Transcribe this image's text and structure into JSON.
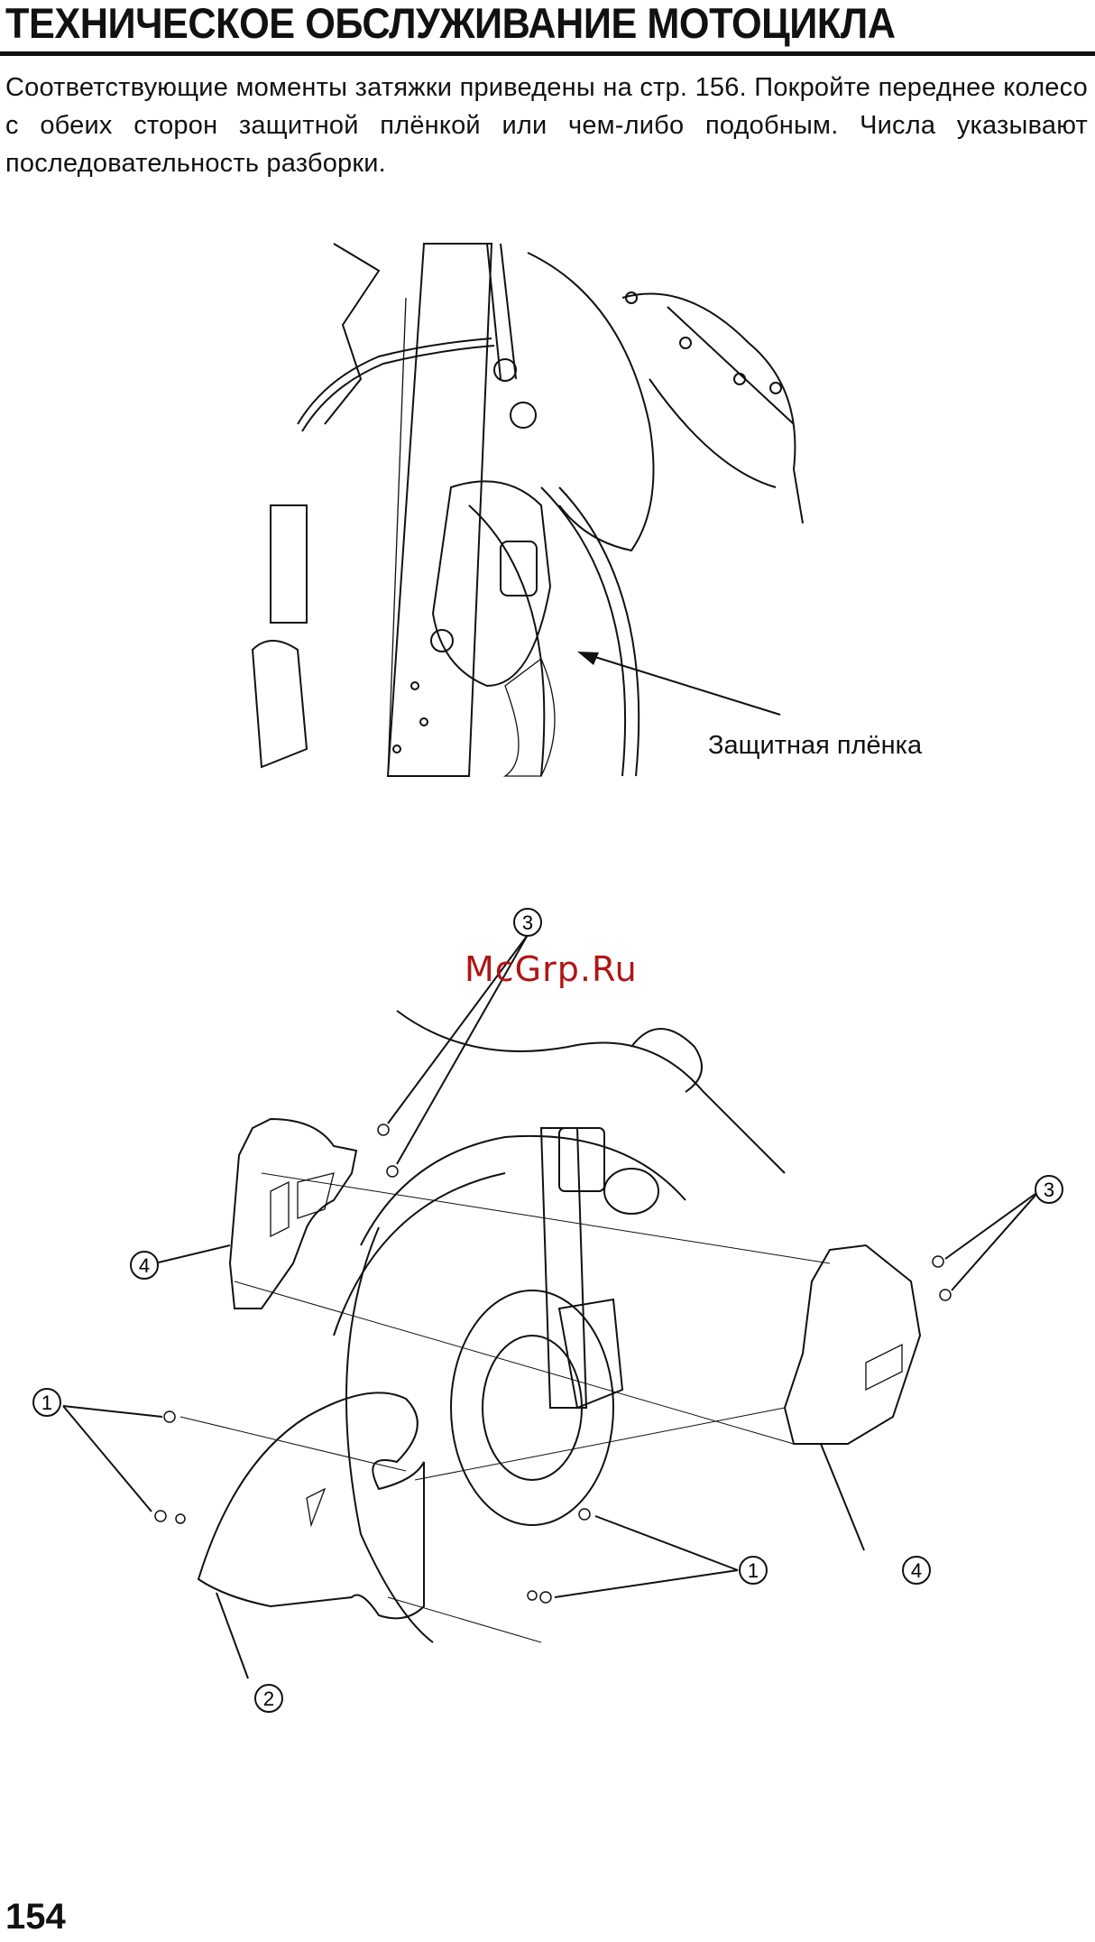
{
  "header": {
    "title": "ТЕХНИЧЕСКОЕ ОБСЛУЖИВАНИЕ МОТОЦИКЛА"
  },
  "intro_text": "Соответствующие моменты затяжки приведены на стр. 156. Покройте переднее колесо с обеих сторон защитной плёнкой или чем-либо подобным. Числа указывают последовательность разборки.",
  "figure1": {
    "callout": "Защитная плёнка"
  },
  "figure2": {
    "markers": [
      "3",
      "3",
      "4",
      "4",
      "1",
      "1",
      "2"
    ]
  },
  "watermark": "McGrp.Ru",
  "footer": {
    "page_number": "154"
  }
}
